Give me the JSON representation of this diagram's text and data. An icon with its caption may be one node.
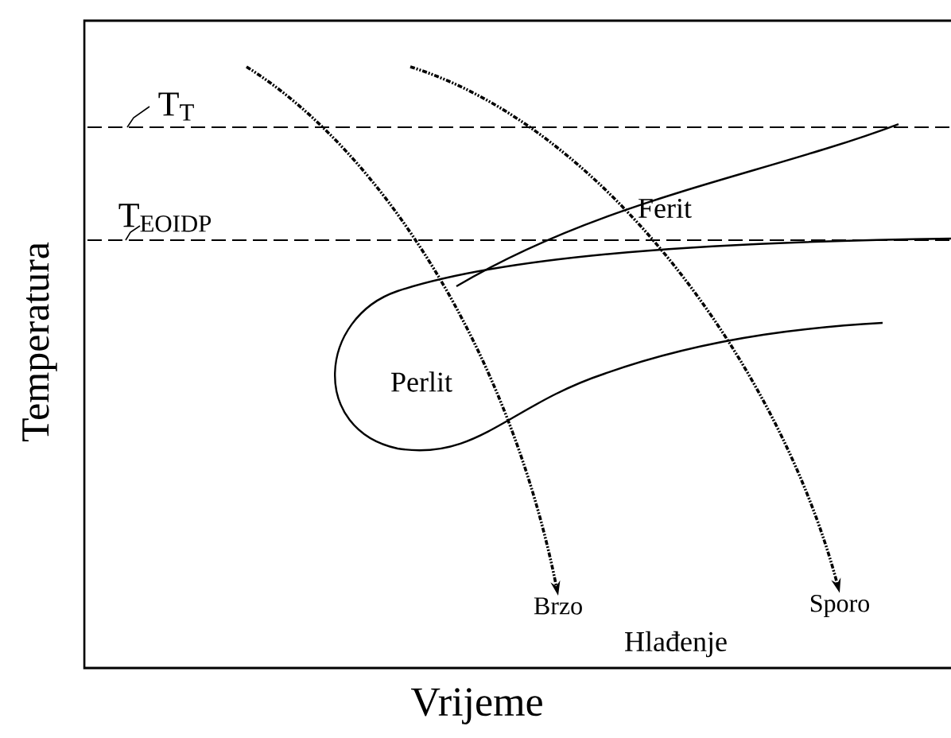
{
  "diagram": {
    "nodes": [
      {
        "text": [
          "Brzo"
        ]
      },
      {
        "text": [
          "Sporo"
        ]
      }
    ],
    "edges": [
      {
        "from": null,
        "to": 0,
        "arrow": "to",
        "style": "dashed"
      },
      {
        "from": null,
        "to": 1,
        "arrow": "to",
        "style": "dashed"
      }
    ],
    "labels": [
      "T$_{T}$",
      "T$_{EOIDP}$",
      "Ferit",
      "Perlit",
      "Hlađenje",
      "Temperatura",
      "Vrijeme"
    ]
  }
}
